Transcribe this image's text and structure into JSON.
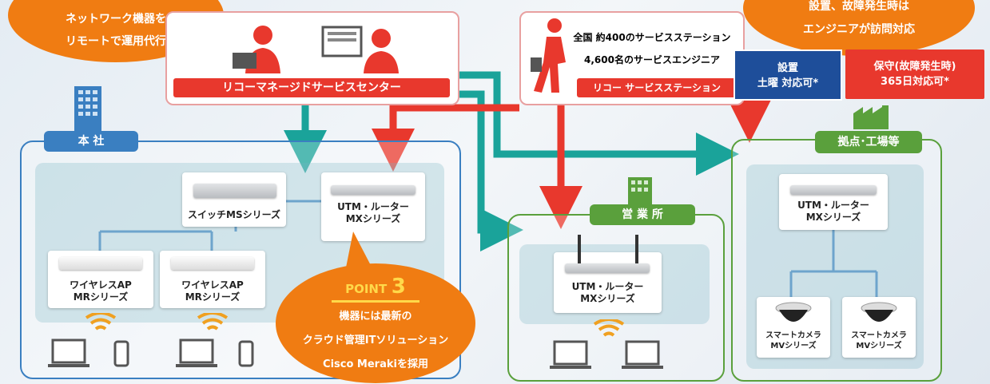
{
  "bubbles": {
    "remote_line1": "ネットワーク機器を",
    "remote_line2": "リモートで運用代行",
    "visit_line1": "設置、故障発生時は",
    "visit_line2": "エンジニアが訪問対応"
  },
  "center": {
    "label": "リコーマネージドサービスセンター"
  },
  "station": {
    "line1": "全国 約400のサービスステーション",
    "line2": "4,600名のサービスエンジニア",
    "label": "リコー サービスステーション"
  },
  "badges": {
    "install_line1": "設置",
    "install_line2": "土曜 対応可*",
    "maintain_line1": "保守(故障発生時)",
    "maintain_line2": "365日対応可*"
  },
  "hq": {
    "title": "本 社",
    "switch": "スイッチMSシリーズ",
    "utm_line1": "UTM・ルーター",
    "utm_line2": "MXシリーズ",
    "ap1_line1": "ワイヤレスAP",
    "ap1_line2": "MRシリーズ",
    "ap2_line1": "ワイヤレスAP",
    "ap2_line2": "MRシリーズ"
  },
  "point": {
    "word": "POINT",
    "num": "3",
    "line1": "機器には最新の",
    "line2": "クラウド管理ITソリューション",
    "line3": "Cisco Merakiを採用"
  },
  "branch": {
    "title": "営 業 所",
    "utm_line1": "UTM・ルーター",
    "utm_line2": "MXシリーズ"
  },
  "factory": {
    "title": "拠点･工場等",
    "utm_line1": "UTM・ルーター",
    "utm_line2": "MXシリーズ",
    "cam1_line1": "スマートカメラ",
    "cam1_line2": "MVシリーズ",
    "cam2_line1": "スマートカメラ",
    "cam2_line2": "MVシリーズ"
  },
  "colors": {
    "orange": "#f07c12",
    "red": "#e8382d",
    "teal": "#1aa39a",
    "blue_zone": "#3a7fc1",
    "green_zone": "#5aa03c",
    "navy_badge": "#1e4e9a"
  }
}
